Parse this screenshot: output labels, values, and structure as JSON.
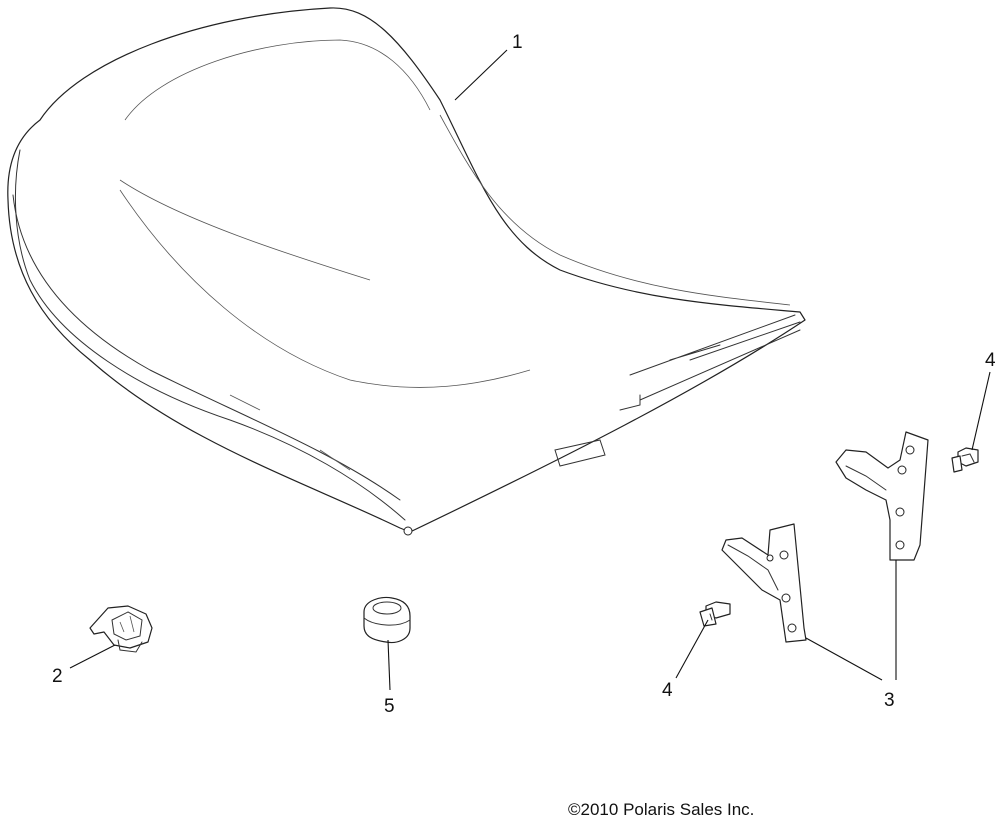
{
  "diagram": {
    "callouts": [
      {
        "id": "seat",
        "label": "1"
      },
      {
        "id": "clip",
        "label": "2"
      },
      {
        "id": "hinge-bracket",
        "label": "3"
      },
      {
        "id": "bolt-right",
        "label": "4"
      },
      {
        "id": "bolt-left",
        "label": "4"
      },
      {
        "id": "bumper",
        "label": "5"
      }
    ],
    "copyright": "©2010 Polaris Sales Inc."
  }
}
